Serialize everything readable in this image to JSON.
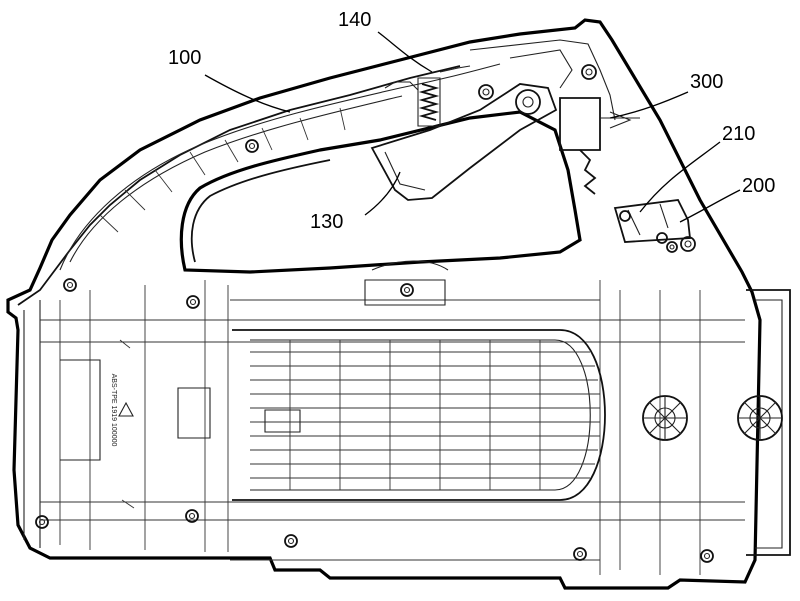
{
  "figure": {
    "callouts": [
      {
        "id": "140",
        "label": "140"
      },
      {
        "id": "100",
        "label": "100"
      },
      {
        "id": "300",
        "label": "300"
      },
      {
        "id": "210",
        "label": "210"
      },
      {
        "id": "200",
        "label": "200"
      },
      {
        "id": "130",
        "label": "130"
      }
    ],
    "housing_marking": "ABS-TPE 1919 100000"
  }
}
